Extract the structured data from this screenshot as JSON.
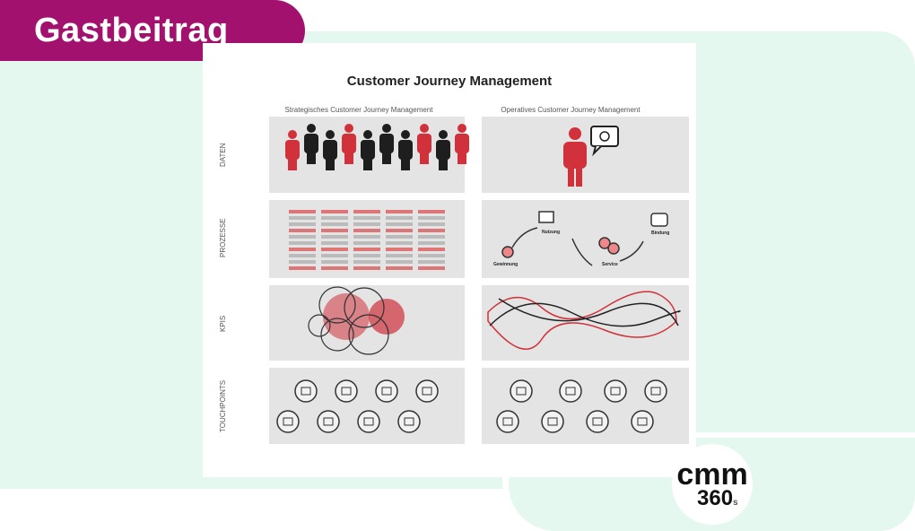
{
  "badge": {
    "label": "Gastbeitrag",
    "color": "#a3116e"
  },
  "diagram": {
    "title": "Customer Journey Management",
    "columns": [
      "Strategisches Customer Journey Management",
      "Operatives Customer Journey Management"
    ],
    "rows": [
      "DATEN",
      "PROZESSE",
      "KPIS",
      "TOUCHPOINTS"
    ],
    "process_steps": [
      "Gewinnung",
      "Nutzung",
      "Service",
      "Bindung"
    ]
  },
  "logo": {
    "line1": "cmm",
    "line2": "360",
    "suffix": "s"
  }
}
